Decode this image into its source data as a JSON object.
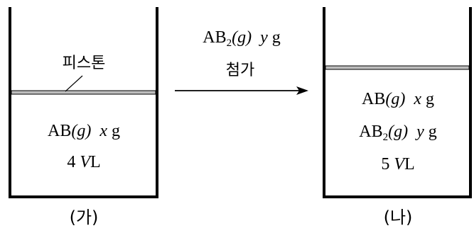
{
  "containers": {
    "left": {
      "piston_label": "피스톤",
      "contents": [
        {
          "formula": "AB",
          "sub": "",
          "state": "(g)",
          "var": "x",
          "unit": "g"
        }
      ],
      "volume": {
        "value": "4",
        "var": "V",
        "unit": "L"
      },
      "caption": "(가)"
    },
    "right": {
      "contents": [
        {
          "formula": "AB",
          "sub": "",
          "state": "(g)",
          "var": "x",
          "unit": "g"
        },
        {
          "formula": "AB",
          "sub": "2",
          "state": "(g)",
          "var": "y",
          "unit": "g"
        }
      ],
      "volume": {
        "value": "5",
        "var": "V",
        "unit": "L"
      },
      "caption": "(나)"
    }
  },
  "process": {
    "added": {
      "formula": "AB",
      "sub": "2",
      "state": "(g)",
      "var": "y",
      "unit": "g"
    },
    "action": "첨가"
  },
  "colors": {
    "line": "#000000",
    "piston_fill": "#bdbdbd"
  }
}
